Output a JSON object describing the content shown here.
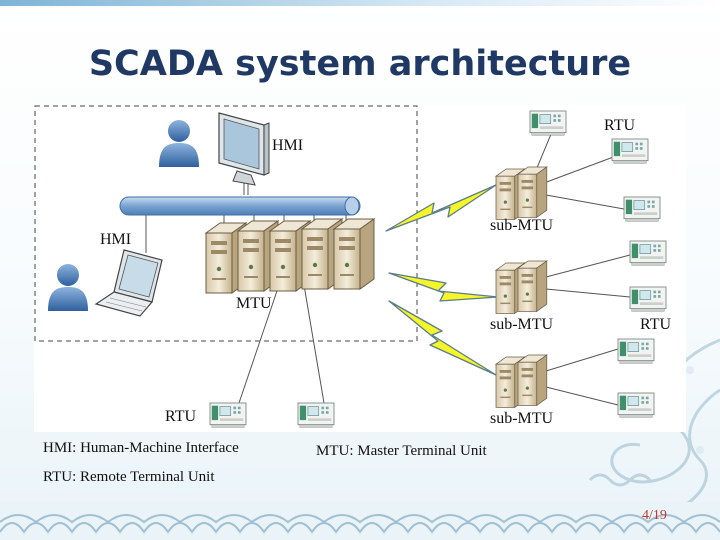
{
  "slide": {
    "title": "SCADA system architecture",
    "page_number": "4/19"
  },
  "diagram": {
    "labels": {
      "hmi_top": "HMI",
      "hmi_left": "HMI",
      "mtu": "MTU",
      "sub_mtu_1": "sub-MTU",
      "sub_mtu_2": "sub-MTU",
      "sub_mtu_3": "sub-MTU",
      "rtu_top": "RTU",
      "rtu_mid": "RTU",
      "rtu_bottom": "RTU"
    }
  },
  "legend": {
    "hmi": "HMI: Human-Machine Interface",
    "mtu": "MTU: Master Terminal Unit",
    "rtu": "RTU: Remote Terminal Unit"
  },
  "colors": {
    "title": "#1f3864",
    "page_number": "#c0392b",
    "lightning": "#f5f52a",
    "lightning_stroke": "#5a7d8a",
    "bus": "#8fb3dd",
    "server": "#e8dcc4"
  }
}
